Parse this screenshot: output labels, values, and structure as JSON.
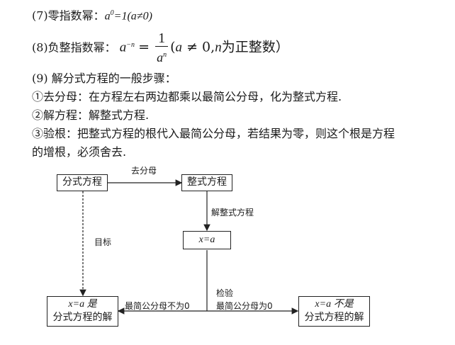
{
  "rule7": {
    "label": "(7)零指数幂：",
    "base": "a",
    "exp": "0",
    "eq": "=1",
    "cond": "(a≠0)"
  },
  "rule8": {
    "label": "(8)负整指数幂：",
    "lhs_base": "a",
    "lhs_exp": "−n",
    "eq": "=",
    "num": "1",
    "den_base": "a",
    "den_exp": "n",
    "cond_open": "(",
    "cond_a": "a",
    "cond_rel": " ≠ 0,",
    "cond_n": "n",
    "cond_text": "为正整数）"
  },
  "rule9": {
    "title": "(9)  解分式方程的一般步骤："
  },
  "steps": [
    "①去分母：在方程左右两边都乘以最简公分母，化为整式方程.",
    "②解方程：解整式方程.",
    "③验根：把整式方程的根代入最简公分母，若结果为零，则这个根是方程",
    "的增根，必须舍去."
  ],
  "flow": {
    "box_fraction_eq": "分式方程",
    "box_poly_eq": "整式方程",
    "box_root": "x=a",
    "box_is_solution": [
      "x=a 是",
      "分式方程的解"
    ],
    "box_not_solution": [
      "x=a 不是",
      "分式方程的解"
    ],
    "label_clear_denominator": "去分母",
    "label_solve_poly": "解整式方程",
    "label_goal": "目标",
    "label_check": "检验",
    "label_nonzero": "最简公分母不为0",
    "label_zero": "最简公分母为0"
  }
}
